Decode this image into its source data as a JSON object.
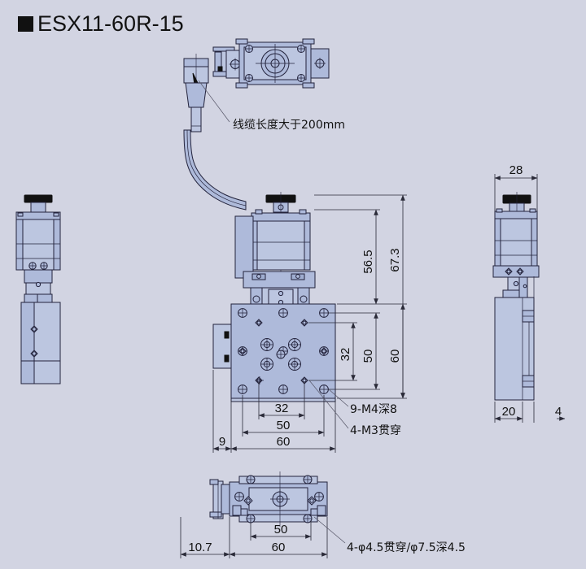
{
  "header": {
    "marker": "square-bullet",
    "title": "ESX11-60R-15"
  },
  "drawing": {
    "type": "mechanical-engineering-drawing",
    "subject": "motorized linear translation stage",
    "background_color": "#d2d4e2",
    "part_fill_color": "#aebada",
    "line_color": "#1a1a2e",
    "views": [
      {
        "name": "left-side-view",
        "label": ""
      },
      {
        "name": "front-view",
        "label": ""
      },
      {
        "name": "right-side-view",
        "label": ""
      },
      {
        "name": "bottom-view",
        "label": ""
      },
      {
        "name": "connector-detail-view",
        "label": ""
      }
    ]
  },
  "annotations": {
    "cable_note": "线缆长度大于200mm",
    "tap_note_m4": "9-M4深8",
    "tap_note_m3": "4-M3贯穿",
    "hole_note_bottom": "4-φ4.5贯穿/φ7.5深4.5"
  },
  "dimensions": {
    "front_vertical": [
      {
        "value": "56.5",
        "name": "dim-56-5"
      },
      {
        "value": "67.3",
        "name": "dim-67-3"
      },
      {
        "value": "32",
        "name": "dim-v-32"
      },
      {
        "value": "50",
        "name": "dim-v-50"
      },
      {
        "value": "60",
        "name": "dim-v-60"
      }
    ],
    "front_horizontal": [
      {
        "value": "9",
        "name": "dim-9"
      },
      {
        "value": "32",
        "name": "dim-h-32"
      },
      {
        "value": "50",
        "name": "dim-h-50"
      },
      {
        "value": "60",
        "name": "dim-h-60"
      }
    ],
    "right_view": [
      {
        "value": "28",
        "name": "dim-28"
      },
      {
        "value": "20",
        "name": "dim-20"
      },
      {
        "value": "4",
        "name": "dim-4"
      }
    ],
    "bottom_view": [
      {
        "value": "10.7",
        "name": "dim-10-7"
      },
      {
        "value": "50",
        "name": "dim-b-50"
      },
      {
        "value": "60",
        "name": "dim-b-60"
      }
    ]
  }
}
